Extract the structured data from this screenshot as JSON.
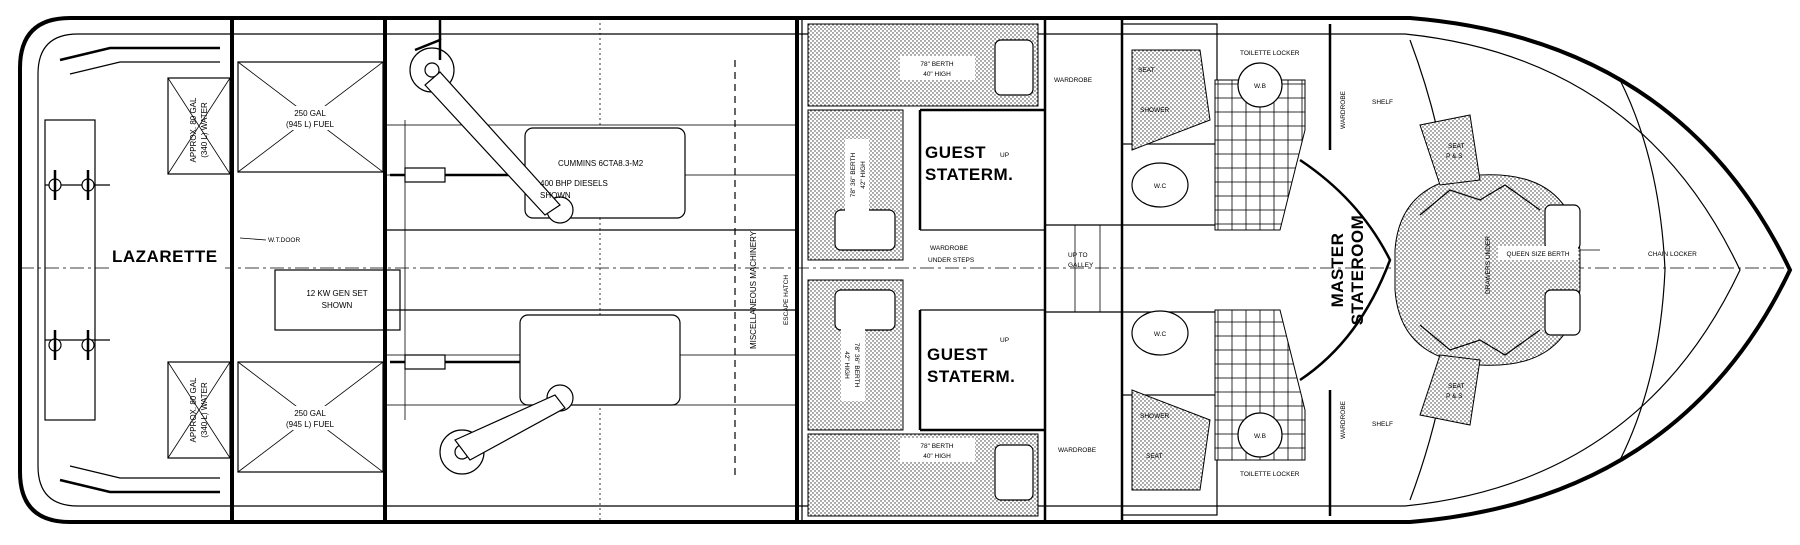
{
  "labels": {
    "lazarette": "LAZARETTE",
    "fuel_port": [
      "250 GAL",
      "(945 L) FUEL"
    ],
    "fuel_stbd": [
      "250 GAL",
      "(945 L) FUEL"
    ],
    "water_port": [
      "APPROX. 80 GAL",
      "(340 L) WATER"
    ],
    "water_stbd": [
      "APPROX. 80 GAL",
      "(340 L) WATER"
    ],
    "wt_door": "W.T.DOOR",
    "engine_note": [
      "CUMMINS 6CTA8.3-M2",
      "400 BHP DIESELS",
      "SHOWN"
    ],
    "gen_set": [
      "12 KW GEN SET",
      "SHOWN"
    ],
    "misc_machinery": "MISCELLANEOUS MACHINERY",
    "escape_hatch": "ESCAPE HATCH",
    "berth_upper": [
      "78\" BERTH",
      "40\" HIGH"
    ],
    "berth_lower": [
      "78\" BERTH",
      "40\" HIGH"
    ],
    "berth_mid_upper": [
      "78\" 36\" BERTH",
      "42\" HIGH"
    ],
    "berth_mid_lower": [
      "78\" 36\" BERTH",
      "42\" HIGH"
    ],
    "guest_upper": [
      "GUEST",
      "STATERM."
    ],
    "guest_lower": [
      "GUEST",
      "STATERM."
    ],
    "up": "UP",
    "wardrobe_under_steps": [
      "WARDROBE",
      "UNDER STEPS"
    ],
    "up_to_galley": [
      "UP TO",
      "GALLEY"
    ],
    "wardrobe": "WARDROBE",
    "seat": "SEAT",
    "shower": "SHOWER",
    "wc": "W.C",
    "wb": "W.B",
    "toilette_locker": "TOILETTE LOCKER",
    "shelf": "SHELF",
    "master": [
      "MASTER",
      "STATEROOM"
    ],
    "queen_berth": "QUEEN SIZE BERTH",
    "drawers_under": "DRAWERS UNDER",
    "seat_ps": [
      "SEAT",
      "P & S"
    ],
    "chain_locker": "CHAIN LOCKER"
  }
}
